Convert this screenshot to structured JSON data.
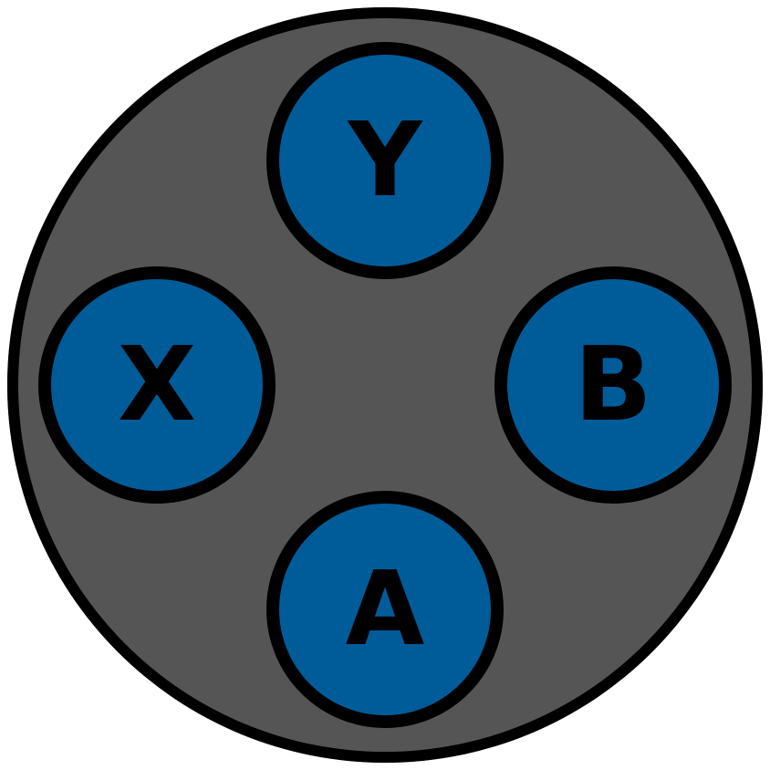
{
  "colors": {
    "base": "#555555",
    "outline": "#000000",
    "button_fill": "#005c99",
    "label": "#000000"
  },
  "buttons": {
    "y": {
      "label": "Y"
    },
    "x": {
      "label": "X"
    },
    "b": {
      "label": "B"
    },
    "a": {
      "label": "A"
    }
  }
}
